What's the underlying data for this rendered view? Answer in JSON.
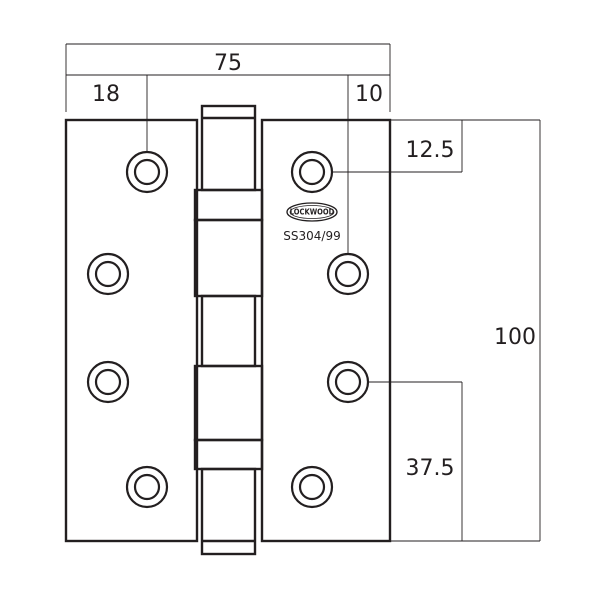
{
  "dimensions": {
    "overall_width": "75",
    "left_edge_to_hole": "18",
    "right_edge_to_hole": "10",
    "top_to_hole": "12.5",
    "height": "100",
    "bottom_to_hole": "37.5"
  },
  "stamp": {
    "logo": "LOCKWOOD",
    "material": "SS304/99"
  },
  "colors": {
    "line": "#231f20",
    "background": "#ffffff"
  }
}
